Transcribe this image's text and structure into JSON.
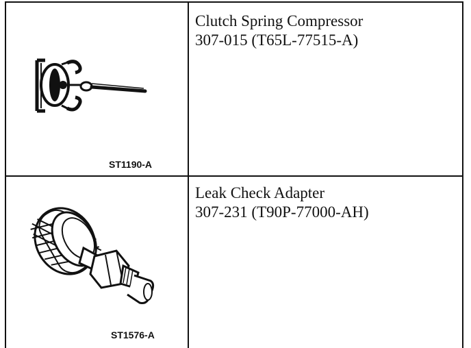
{
  "tools": [
    {
      "name": "Clutch Spring Compressor",
      "number": "307-015 (T65L-77515-A)",
      "figure_label": "ST1190-A",
      "figure_icon": "clutch-spring-compressor-illustration"
    },
    {
      "name": "Leak Check Adapter",
      "number": "307-231 (T90P-77000-AH)",
      "figure_label": "ST1576-A",
      "figure_icon": "leak-check-adapter-illustration"
    }
  ]
}
